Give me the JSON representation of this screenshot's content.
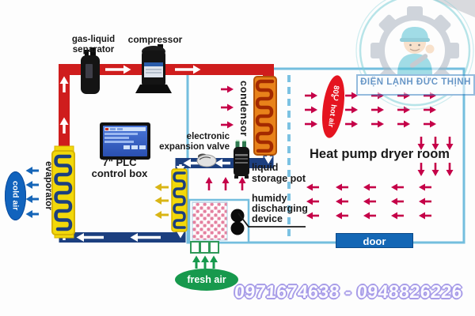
{
  "diagram": {
    "separator_l1": "gas-liquid",
    "separator_l2": "separator",
    "compressor": "compressor",
    "condensor": "condensor",
    "eev_l1": "electronic",
    "eev_l2": "expansion valve",
    "pot_l1": "liquid",
    "pot_l2": "storage pot",
    "plc_l1": "7\"  PLC",
    "plc_l2": "control box",
    "evaporator": "evaporator",
    "humid_l1": "humidy",
    "humid_l2": "discharging",
    "humid_l3": "device",
    "room_title": "Heat pump dryer room",
    "door": "door",
    "cold_air": "cold air",
    "fresh_air": "fresh air",
    "hot_air": "80℃ hot air"
  },
  "footer": {
    "phone_numbers": "0971674638 - 0948826226"
  },
  "watermark": {
    "company_name": "ĐIỆN LẠNH ĐỨC THỊNH"
  },
  "colors": {
    "hot_pipe": "#cf1d1d",
    "cold_pipe": "#1c3f7f",
    "enclosure_border": "#74bede",
    "hot_air_arrow": "#c50048",
    "yellow_arrow": "#d9b516",
    "cold_air_arrow": "#1565b8",
    "fresh_air_arrow": "#17994d",
    "door_fill": "#1467b5",
    "condensor_fill": "#e8821a",
    "coil_yellow": "#f2d80a"
  }
}
